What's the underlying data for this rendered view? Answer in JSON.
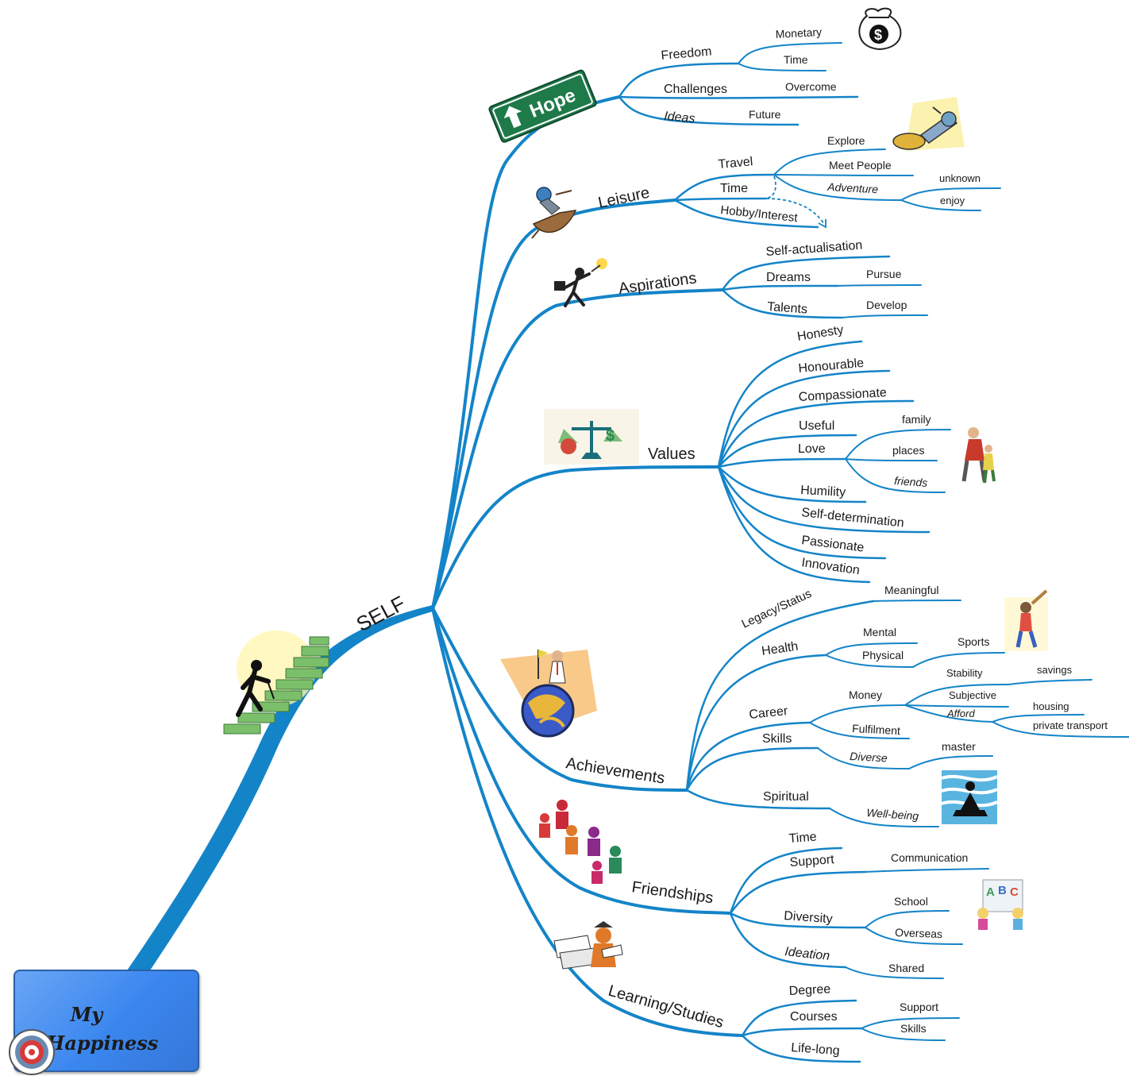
{
  "root": {
    "line1": "My",
    "line2": "Happiness"
  },
  "center": "SELF",
  "hope_sign": "Hope",
  "labels": {
    "freedom": "Freedom",
    "monetary": "Monetary",
    "freedom_time": "Time",
    "challenges": "Challenges",
    "overcome": "Overcome",
    "ideas": "Ideas",
    "future": "Future",
    "leisure": "Leisure",
    "travel": "Travel",
    "explore": "Explore",
    "meet_people": "Meet People",
    "adventure": "Adventure",
    "unknown": "unknown",
    "enjoy": "enjoy",
    "leisure_time": "Time",
    "hobby": "Hobby/Interest",
    "aspirations": "Aspirations",
    "self_actualisation": "Self-actualisation",
    "dreams": "Dreams",
    "pursue": "Pursue",
    "talents": "Talents",
    "develop": "Develop",
    "values": "Values",
    "honesty": "Honesty",
    "honourable": "Honourable",
    "compassionate": "Compassionate",
    "useful": "Useful",
    "love": "Love",
    "family": "family",
    "places": "places",
    "friends": "friends",
    "humility": "Humility",
    "self_determination": "Self-determination",
    "passionate": "Passionate",
    "innovation": "Innovation",
    "achievements": "Achievements",
    "legacy": "Legacy/Status",
    "meaningful": "Meaningful",
    "health": "Health",
    "mental": "Mental",
    "physical": "Physical",
    "sports": "Sports",
    "career": "Career",
    "money": "Money",
    "stability": "Stability",
    "savings": "savings",
    "subjective": "Subjective",
    "afford": "Afford",
    "housing": "housing",
    "private_transport": "private transport",
    "fulfilment": "Fulfilment",
    "skills": "Skills",
    "diverse": "Diverse",
    "master": "master",
    "spiritual": "Spiritual",
    "wellbeing": "Well-being",
    "friendships": "Friendships",
    "fr_time": "Time",
    "support": "Support",
    "communication": "Communication",
    "diversity": "Diversity",
    "school": "School",
    "overseas": "Overseas",
    "ideation": "Ideation",
    "shared": "Shared",
    "learning": "Learning/Studies",
    "degree": "Degree",
    "courses": "Courses",
    "courses_support": "Support",
    "courses_skills": "Skills",
    "lifelong": "Life-long"
  },
  "colors": {
    "branch": "#1484c8",
    "root_box": "#3a86ef",
    "sign": "#1f7a4a"
  }
}
